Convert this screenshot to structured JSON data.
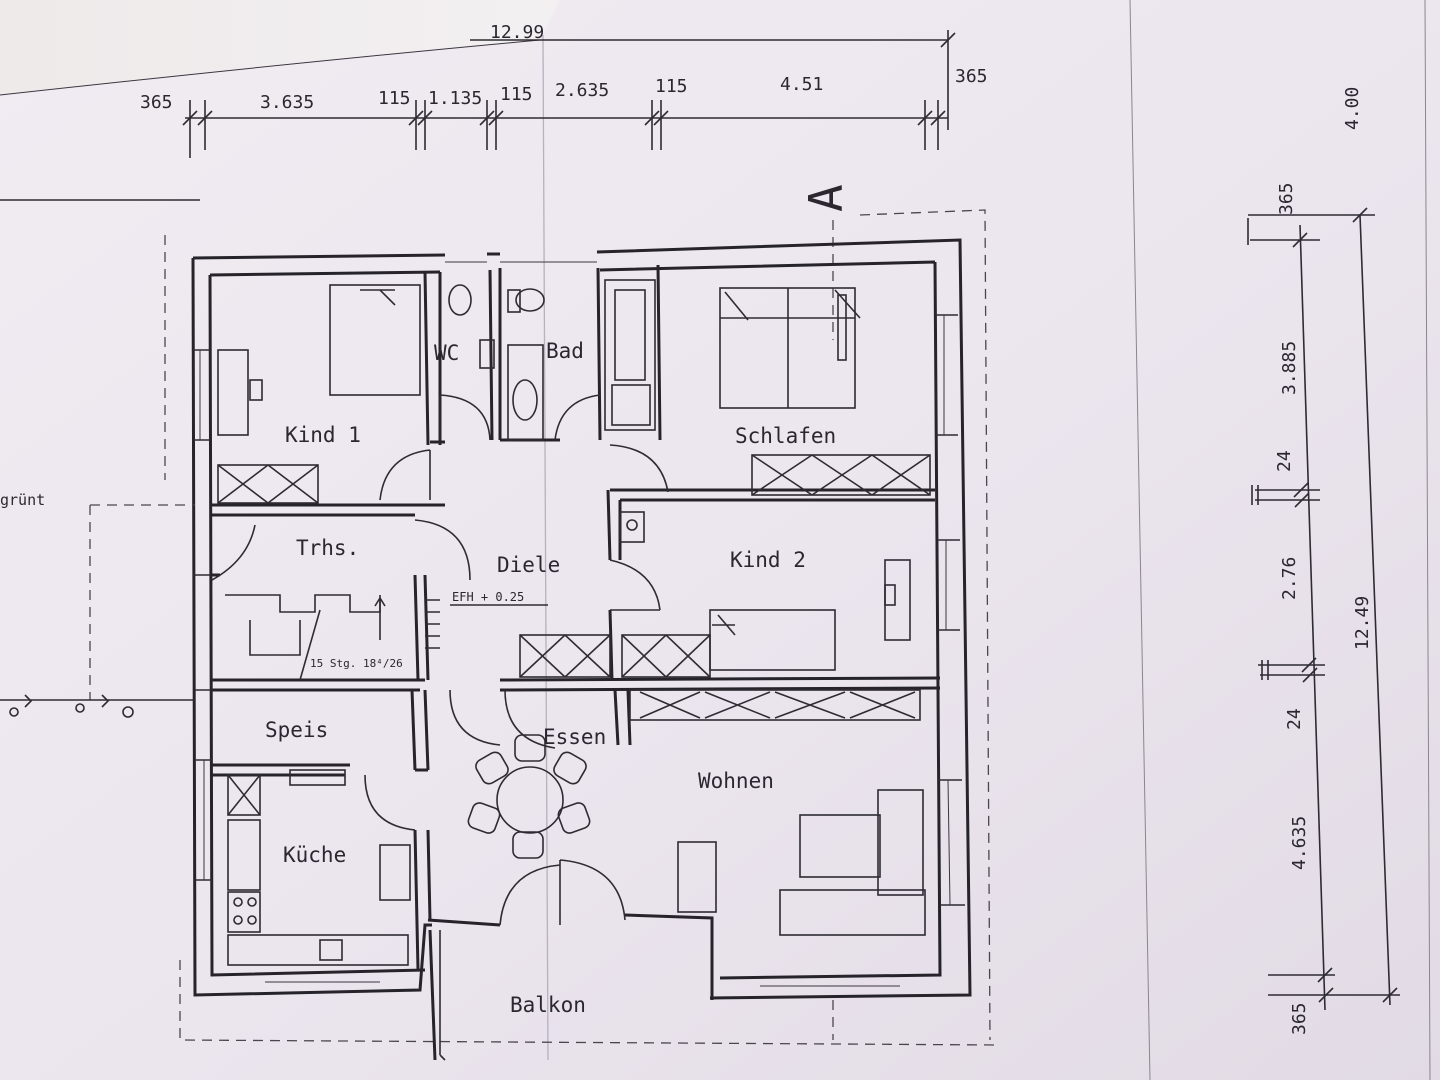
{
  "rooms": {
    "kind1": "Kind 1",
    "wc": "WC",
    "bad": "Bad",
    "schlafen": "Schlafen",
    "trhs": "Trhs.",
    "diele": "Diele",
    "efh": "EFH + 0.25",
    "kind2": "Kind 2",
    "stairs": "15 Stg. 18⁴/26",
    "speis": "Speis",
    "essen": "Essen",
    "wohnen": "Wohnen",
    "kueche": "Küche",
    "balkon": "Balkon",
    "gruent": "grünt"
  },
  "section_marker": "A",
  "top_dimensions": {
    "overall": "12.99",
    "segments": [
      "365",
      "3.635",
      "115",
      "1.135",
      "115",
      "2.635",
      "115",
      "4.51",
      "365"
    ]
  },
  "right_dimensions": {
    "outer": "4.00",
    "overall": "12.49",
    "segments": [
      "365",
      "3.885",
      "24",
      "2.76",
      "24",
      "4.635",
      "365"
    ]
  },
  "colors": {
    "paper": "#ece6ef",
    "ink": "#26232b",
    "background": "#e9e3ec"
  }
}
